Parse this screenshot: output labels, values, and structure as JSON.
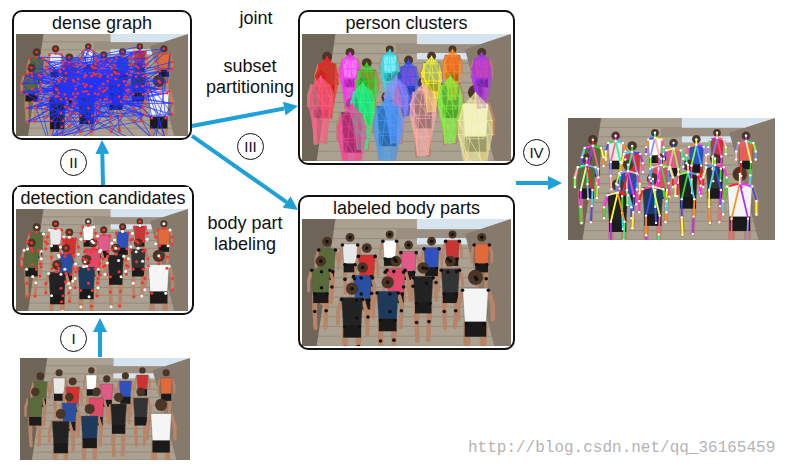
{
  "diagram": {
    "nodes": [
      {
        "text": [
          "dense graph"
        ]
      },
      {
        "text": [
          "person clusters"
        ]
      },
      {
        "text": [
          "II"
        ]
      },
      {
        "text": [
          "III"
        ]
      },
      {
        "text": [
          "IV"
        ]
      },
      {
        "text": [
          "detection candidates"
        ]
      },
      {
        "text": [
          "labeled body parts"
        ]
      },
      {
        "text": [
          "I"
        ]
      }
    ],
    "edges": [
      {
        "from": 5,
        "to": 0,
        "arrow": "to"
      },
      {
        "from": 0,
        "to": 1,
        "arrow": "to"
      },
      {
        "from": 0,
        "to": 6,
        "arrow": "to"
      }
    ],
    "labels": [
      "joint",
      "subset partitioning",
      "body part labeling",
      "http://blog.csdn.net/qq_36165459"
    ]
  }
}
